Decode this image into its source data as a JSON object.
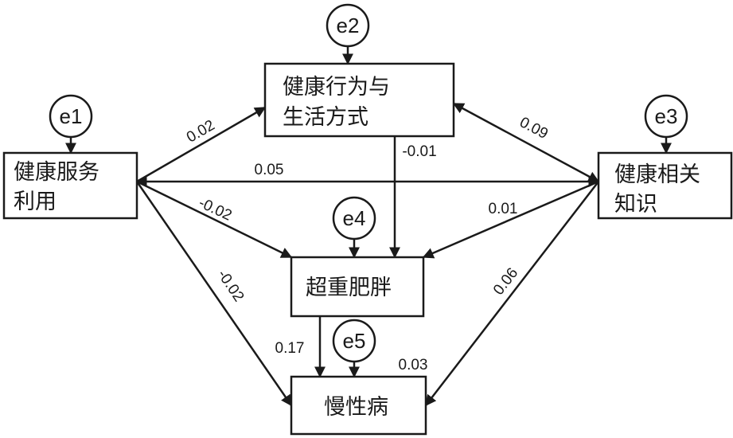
{
  "nodes": {
    "service": {
      "lines": [
        "健康服务",
        "利用"
      ]
    },
    "behavior": {
      "lines": [
        "健康行为与",
        "生活方式"
      ]
    },
    "knowledge": {
      "lines": [
        "健康相关",
        "知识"
      ]
    },
    "obesity": {
      "lines": [
        "超重肥胖"
      ]
    },
    "disease": {
      "lines": [
        "慢性病"
      ]
    }
  },
  "errors": {
    "e1": "e1",
    "e2": "e2",
    "e3": "e3",
    "e4": "e4",
    "e5": "e5"
  },
  "paths": {
    "service_behavior": "0.02",
    "knowledge_behavior": "0.09",
    "service_knowledge": "0.05",
    "behavior_obesity": "-0.01",
    "service_obesity": "-0.02",
    "knowledge_obesity": "0.01",
    "service_disease": "-0.02",
    "knowledge_disease": "0.06",
    "obesity_disease": "0.17",
    "e5_disease": "0.03"
  }
}
